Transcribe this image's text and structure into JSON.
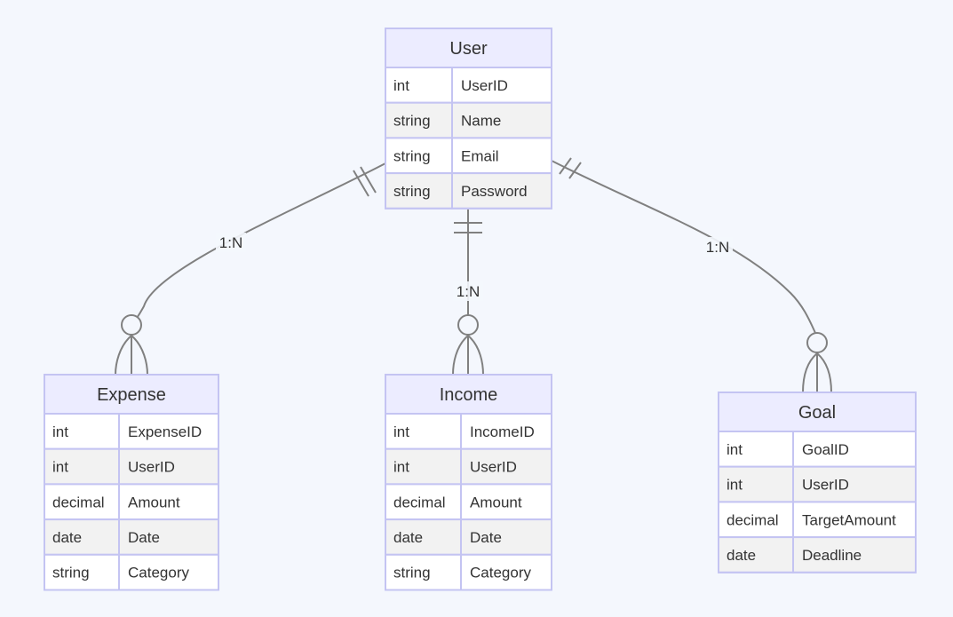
{
  "entities": [
    {
      "name": "User",
      "attributes": [
        {
          "type": "int",
          "name": "UserID"
        },
        {
          "type": "string",
          "name": "Name"
        },
        {
          "type": "string",
          "name": "Email"
        },
        {
          "type": "string",
          "name": "Password"
        }
      ]
    },
    {
      "name": "Expense",
      "attributes": [
        {
          "type": "int",
          "name": "ExpenseID"
        },
        {
          "type": "int",
          "name": "UserID"
        },
        {
          "type": "decimal",
          "name": "Amount"
        },
        {
          "type": "date",
          "name": "Date"
        },
        {
          "type": "string",
          "name": "Category"
        }
      ]
    },
    {
      "name": "Income",
      "attributes": [
        {
          "type": "int",
          "name": "IncomeID"
        },
        {
          "type": "int",
          "name": "UserID"
        },
        {
          "type": "decimal",
          "name": "Amount"
        },
        {
          "type": "date",
          "name": "Date"
        },
        {
          "type": "string",
          "name": "Category"
        }
      ]
    },
    {
      "name": "Goal",
      "attributes": [
        {
          "type": "int",
          "name": "GoalID"
        },
        {
          "type": "int",
          "name": "UserID"
        },
        {
          "type": "decimal",
          "name": "TargetAmount"
        },
        {
          "type": "date",
          "name": "Deadline"
        }
      ]
    }
  ],
  "relationships": [
    {
      "from": "User",
      "to": "Expense",
      "label": "1:N"
    },
    {
      "from": "User",
      "to": "Income",
      "label": "1:N"
    },
    {
      "from": "User",
      "to": "Goal",
      "label": "1:N"
    }
  ],
  "colors": {
    "background": "#f4f7fd",
    "header_fill": "#ececff",
    "border": "#c4c4f2",
    "row_light": "#ffffff",
    "row_shaded": "#f2f2f2",
    "line": "#808080",
    "text": "#333333"
  }
}
